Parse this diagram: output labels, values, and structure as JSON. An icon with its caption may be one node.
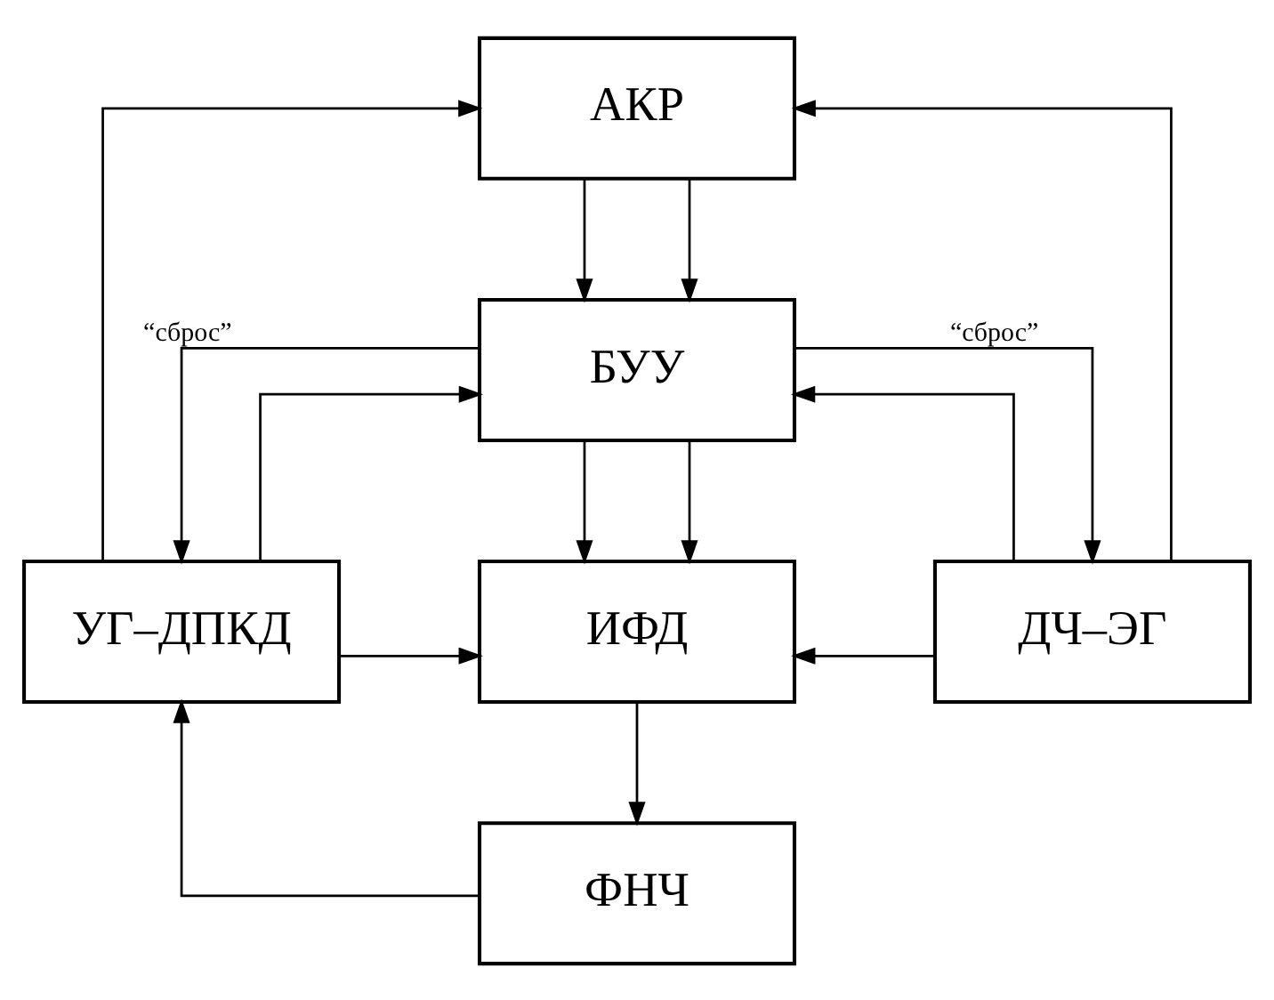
{
  "diagram": {
    "nodes": [
      {
        "text": [
          "АКР"
        ]
      },
      {
        "text": [
          "БУУ"
        ]
      },
      {
        "text": [
          "УГ–ДПКД"
        ]
      },
      {
        "text": [
          "ИФД"
        ]
      },
      {
        "text": [
          "ДЧ–ЭГ"
        ]
      },
      {
        "text": [
          "ФНЧ"
        ]
      }
    ],
    "edges": [
      {
        "from": 0,
        "to": 1,
        "arrow": "to"
      },
      {
        "from": 0,
        "to": 1,
        "arrow": "to"
      },
      {
        "from": 1,
        "to": 3,
        "arrow": "to"
      },
      {
        "from": 1,
        "to": 3,
        "arrow": "to"
      },
      {
        "from": 1,
        "to": 2,
        "arrow": "to",
        "label": "“сброс”"
      },
      {
        "from": 1,
        "to": 4,
        "arrow": "to",
        "label": "“сброс”"
      },
      {
        "from": 2,
        "to": 3,
        "arrow": "to"
      },
      {
        "from": 2,
        "to": 0,
        "arrow": "to"
      },
      {
        "from": 2,
        "to": 1,
        "arrow": "to"
      },
      {
        "from": 4,
        "to": 3,
        "arrow": "to"
      },
      {
        "from": 4,
        "to": 0,
        "arrow": "to"
      },
      {
        "from": 4,
        "to": 1,
        "arrow": "to"
      },
      {
        "from": 3,
        "to": 5,
        "arrow": "to"
      },
      {
        "from": 5,
        "to": 2,
        "arrow": "to"
      }
    ]
  }
}
